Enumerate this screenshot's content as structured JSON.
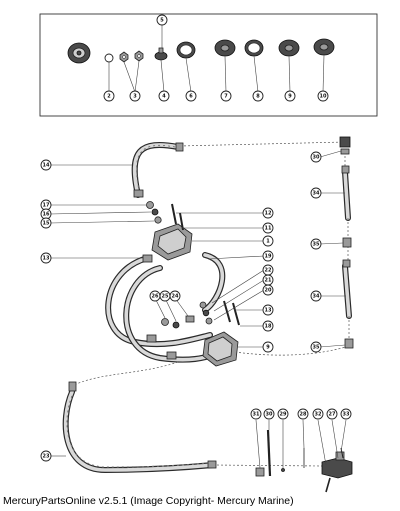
{
  "callouts": {
    "top_box": [
      "5",
      "2",
      "3",
      "4",
      "6",
      "7",
      "8",
      "9",
      "10"
    ],
    "main": [
      "14",
      "17",
      "16",
      "15",
      "12",
      "11",
      "1",
      "13",
      "19",
      "22",
      "21",
      "20",
      "26",
      "25",
      "24",
      "13",
      "18",
      "9",
      "30",
      "34",
      "35",
      "34",
      "35",
      "23",
      "31",
      "30",
      "29",
      "28",
      "32",
      "27",
      "33"
    ]
  },
  "caption": "MercuryPartsOnline v2.5.1 (Image Copyright- Mercury Marine)"
}
